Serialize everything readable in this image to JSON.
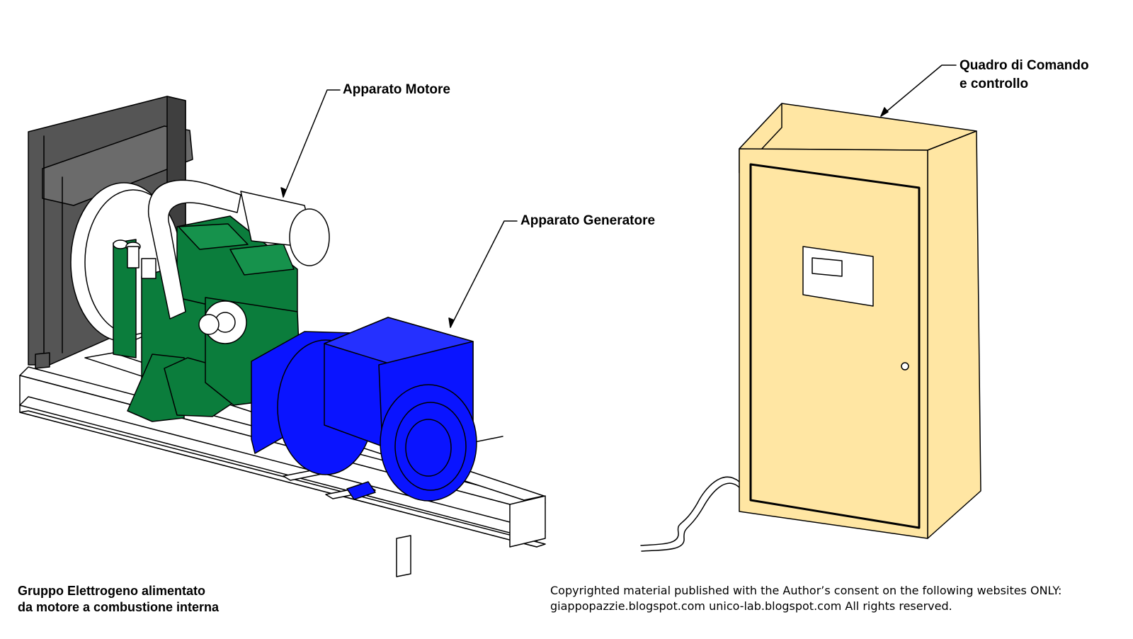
{
  "labels": {
    "engine": "Apparato Motore",
    "generator": "Apparato Generatore",
    "control_panel_line1": "Quadro di Comando",
    "control_panel_line2": "e controllo"
  },
  "caption": {
    "line1": "Gruppo Elettrogeno alimentato",
    "line2": "da motore a combustione interna"
  },
  "copyright": {
    "line1": "Copyrighted material published with the Author’s consent on the following websites ONLY:",
    "line2": "giappopazzie.blogspot.com unico-lab.blogspot.com All rights reserved."
  },
  "colors": {
    "radiator": "#555555",
    "engine": "#0b7d3c",
    "generator": "#0a14ff",
    "cabinet": "#ffe6a3",
    "outline": "#000000"
  }
}
